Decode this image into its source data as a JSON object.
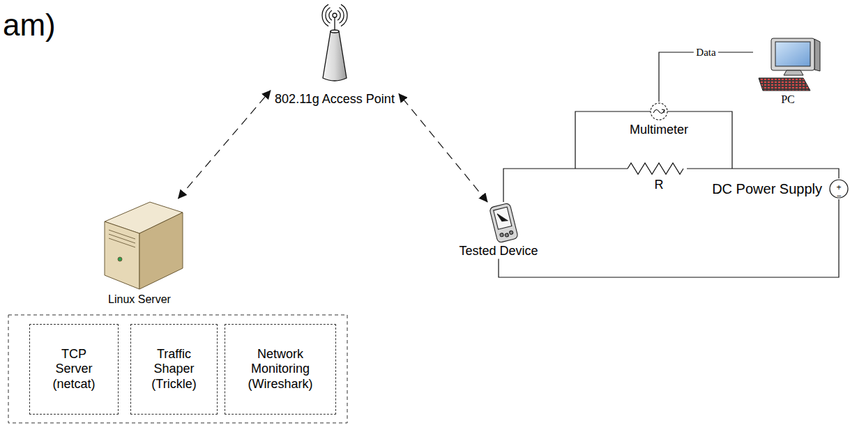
{
  "diagram": {
    "nodes": [
      {
        "text": [
          "802.11g Access Point"
        ]
      },
      {
        "text": [
          "PC"
        ]
      },
      {
        "text": [
          "Multimeter"
        ]
      },
      {
        "text": [
          "Tested Device"
        ]
      },
      {
        "text": [
          "DC Power Supply"
        ]
      },
      {
        "text": [
          "Linux Server"
        ]
      },
      {
        "text": [
          "TCP Server (netcat)"
        ]
      },
      {
        "text": [
          "Traffic Shaper (Trickle)"
        ]
      },
      {
        "text": [
          "Network Monitoring (Wireshark)"
        ]
      }
    ],
    "edges": [
      {
        "from": 5,
        "to": 0,
        "arrow": "both"
      },
      {
        "from": 3,
        "to": 0,
        "arrow": "both"
      },
      {
        "from": 2,
        "to": 1,
        "label": "Data",
        "arrow": "none"
      },
      {
        "from": 3,
        "to": 4,
        "arrow": "none"
      }
    ],
    "labels": [
      "am)",
      "R",
      "+",
      "−"
    ]
  }
}
